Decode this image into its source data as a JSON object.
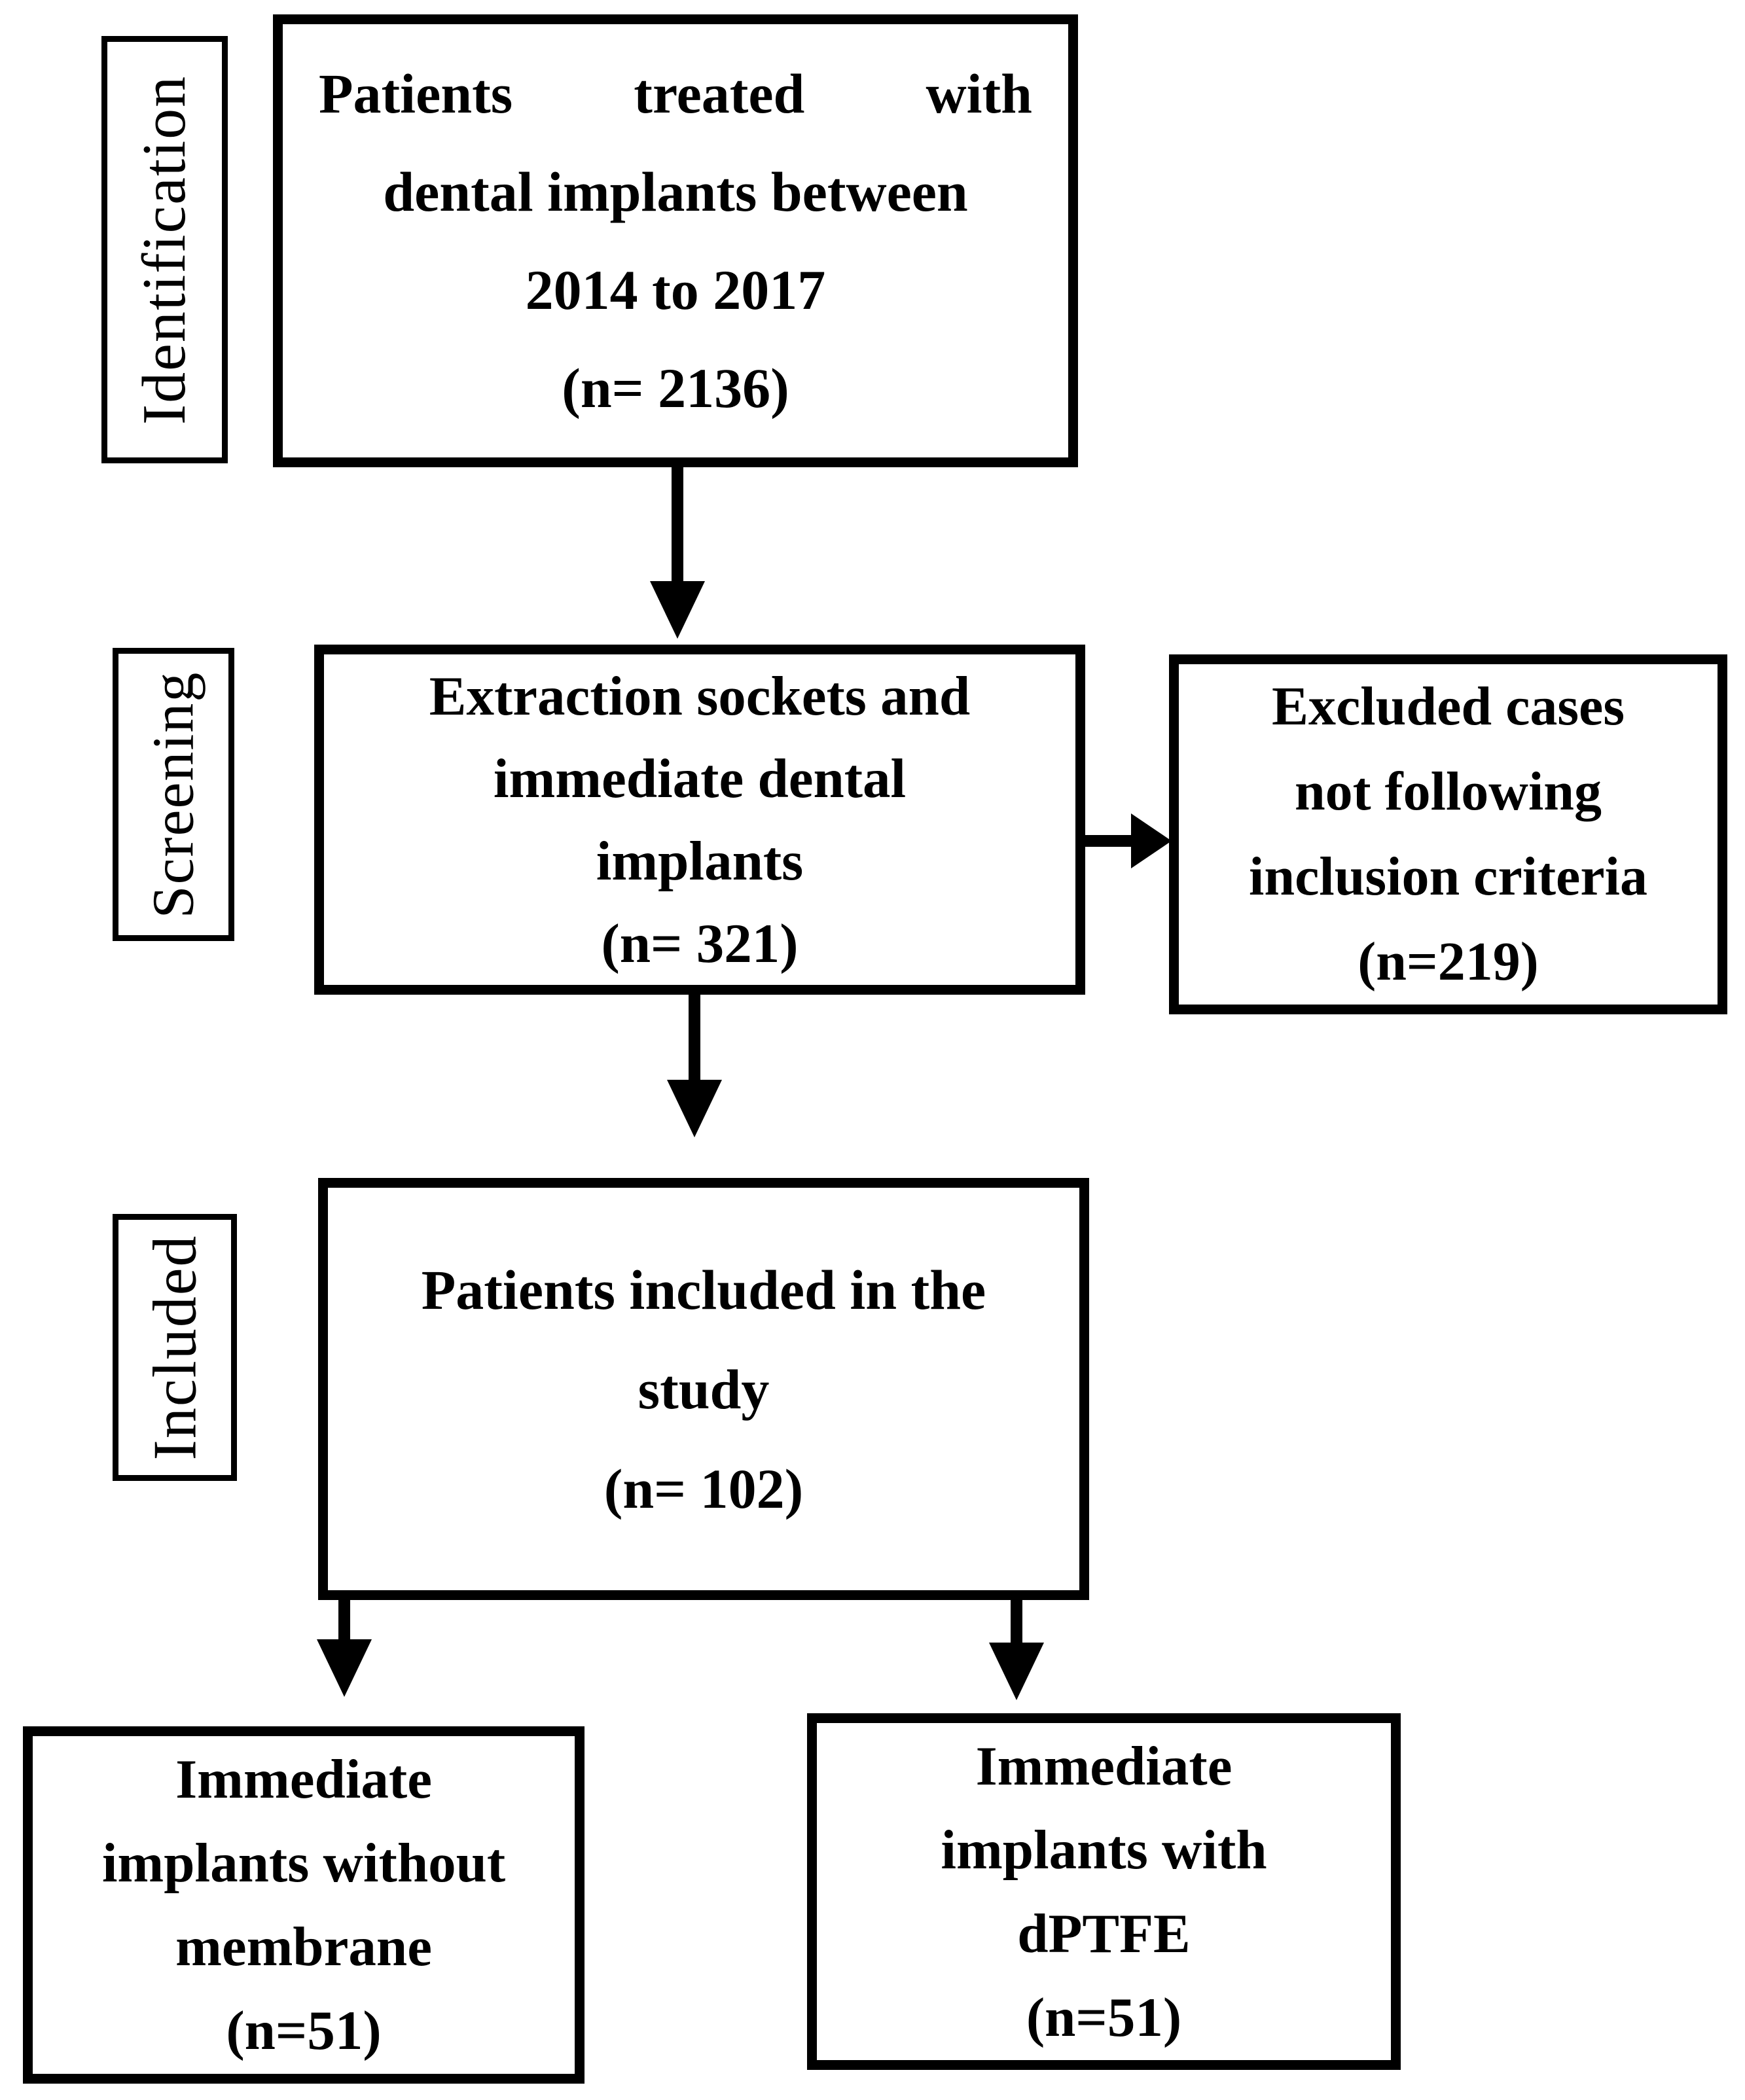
{
  "figure": {
    "type": "patient-flow-diagram",
    "colors": {
      "line": "#000000",
      "background": "#ffffff",
      "text": "#000000"
    },
    "stage_labels": [
      "Identification",
      "Screening",
      "Included"
    ],
    "boxes": {
      "identified": {
        "lines": [
          "Patients treated with",
          "dental implants between",
          "2014 to 2017",
          "(n= 2136)"
        ],
        "n": 2136
      },
      "screened": {
        "lines": [
          "Extraction sockets and",
          "immediate dental",
          "implants",
          "(n= 321)"
        ],
        "n": 321
      },
      "excluded": {
        "lines": [
          "Excluded cases",
          "not following",
          "inclusion criteria",
          "(n=219)"
        ],
        "n": 219
      },
      "included": {
        "lines": [
          "Patients included in the",
          "study",
          "(n= 102)"
        ],
        "n": 102
      },
      "group_no_membrane": {
        "lines": [
          "Immediate",
          "implants without",
          "membrane",
          "(n=51)"
        ],
        "n": 51
      },
      "group_dptfe": {
        "lines": [
          "Immediate",
          "implants with",
          "dPTFE",
          "(n=51)"
        ],
        "n": 51
      }
    }
  }
}
